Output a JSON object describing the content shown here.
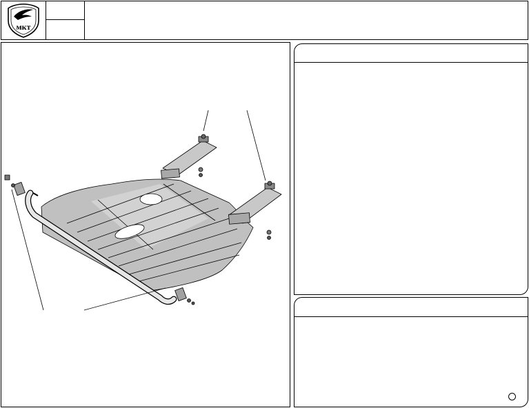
{
  "header": {
    "logo": {
      "name": "shield-logo-icon",
      "text": "мкт"
    },
    "code_top": "",
    "code_bottom": "",
    "title": ""
  },
  "drawing": {
    "name": "engine-skid-plate-assembly",
    "parts": [
      "skid-plate",
      "front-tube-guard",
      "mounting-bracket-left",
      "mounting-bracket-right",
      "bolt",
      "washer",
      "nut"
    ],
    "plate_color": "#c0c0c0",
    "line_color": "#000000"
  },
  "parts_panel": {
    "title": "",
    "items": []
  },
  "notes_panel": {
    "title": "",
    "text": ""
  }
}
